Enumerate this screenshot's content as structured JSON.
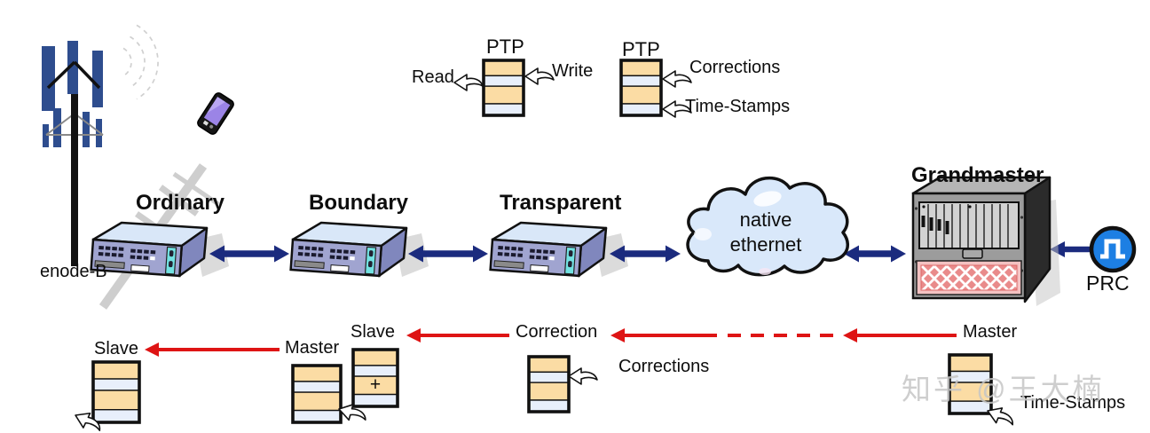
{
  "nodes": {
    "enodeb_label": "enode-B",
    "ordinary_label": "Ordinary",
    "boundary_label": "Boundary",
    "transparent_label": "Transparent",
    "cloud_line1": "native",
    "cloud_line2": "ethernet",
    "grandmaster_label": "Grandmaster",
    "prc_label": "PRC"
  },
  "ptp_stack_read_write": {
    "title": "PTP",
    "read": "Read",
    "write": "Write"
  },
  "ptp_stack_corrections": {
    "title": "PTP",
    "corrections": "Corrections",
    "timestamps": "Time-Stamps"
  },
  "bottom_flow": {
    "slave_left": "Slave",
    "master_mid": "Master",
    "slave_mid": "Slave",
    "plus_sign": "+",
    "correction": "Correction",
    "corrections_note": "Corrections",
    "master_right": "Master",
    "timestamps_note": "Time-Stamps"
  },
  "watermark": "知乎 @王大楠",
  "colors": {
    "navy_arrow": "#1b2b7e",
    "red_arrow": "#de1414",
    "stack_orange": "#fbdca4",
    "stack_blue": "#e8effb",
    "cloud_fill": "#d9e8fa",
    "prc_blue": "#1d7fe3",
    "antenna_blue": "#2e4d8e",
    "switch_front": "#a0a4d0",
    "switch_top": "#d9e7f8",
    "switch_cyan": "#72e2e2",
    "grille_pink": "#e98b8b"
  }
}
